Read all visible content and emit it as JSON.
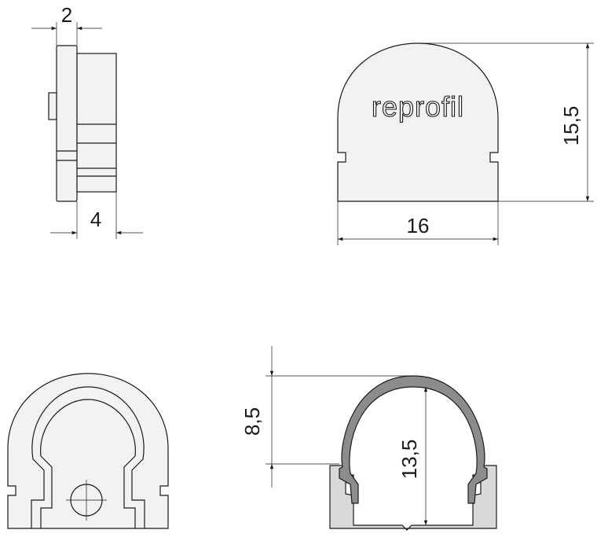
{
  "brand": "reprofil",
  "dimensions": {
    "cap_thickness": "2",
    "insert_depth": "4",
    "width": "16",
    "height": "15,5",
    "dome_height": "8,5",
    "profile_height": "13,5"
  },
  "colors": {
    "line": "#1a1a1a",
    "cap_fill": "#f2f2f2",
    "diffuser_fill": "#8c8c8c",
    "base_fill": "#d9d9d9"
  }
}
